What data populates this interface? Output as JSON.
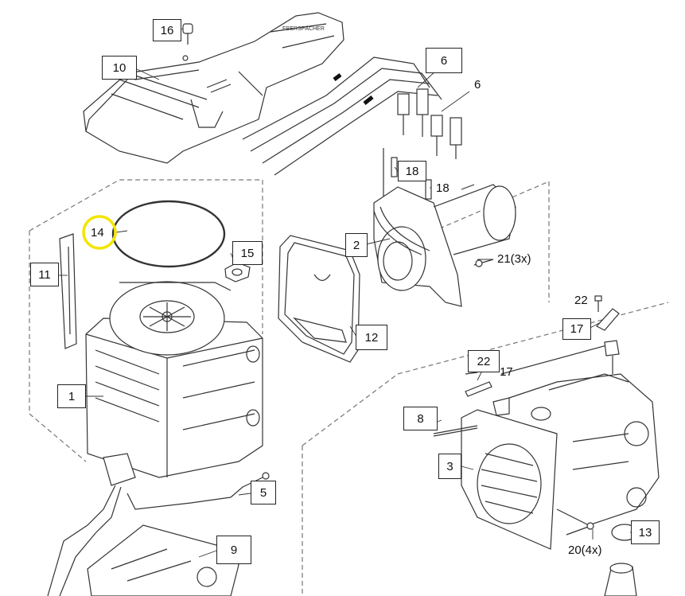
{
  "callouts": {
    "c1": "1",
    "c2": "2",
    "c3": "3",
    "c5": "5",
    "c6a": "6",
    "c6b": "6",
    "c8": "8",
    "c9": "9",
    "c10": "10",
    "c11": "11",
    "c12": "12",
    "c13": "13",
    "c14": "14",
    "c15": "15",
    "c16": "16",
    "c17a": "17",
    "c17b": "17",
    "c18a": "18",
    "c18b": "18",
    "c20": "20(4x)",
    "c21": "21(3x)",
    "c22a": "22",
    "c22b": "22"
  },
  "highlight": {
    "callout": "14",
    "color": "#f2e600"
  },
  "colors": {
    "line": "#333333",
    "label_border": "#222222"
  }
}
